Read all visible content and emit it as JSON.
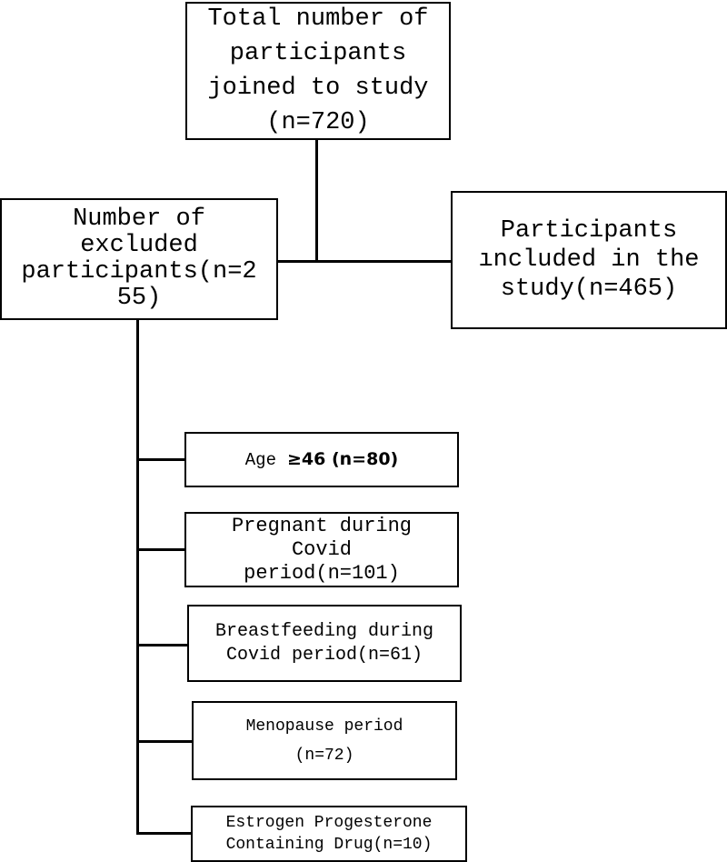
{
  "total": {
    "lines": [
      "Total number of",
      "participants",
      "joined to study",
      "(n=720)"
    ]
  },
  "excluded": {
    "lines": [
      "Number of",
      "excluded",
      "participants(n=2",
      "55)"
    ]
  },
  "included": {
    "lines": [
      "Participants",
      "ıncluded in the",
      "study(n=465)"
    ]
  },
  "criteria": {
    "age": {
      "lead": "Age",
      "rest": "≥46 (n=80)"
    },
    "pregnant": {
      "lines": [
        "Pregnant during",
        "Covid",
        "period(n=101)"
      ]
    },
    "breastfeeding": {
      "lines": [
        "Breastfeeding during",
        "Covid period(n=61)"
      ]
    },
    "menopause": {
      "lines": [
        "Menopause period",
        "(n=72)"
      ]
    },
    "drug": {
      "lines": [
        "Estrogen Progesterone",
        "Containing Drug(n=10)"
      ]
    }
  }
}
